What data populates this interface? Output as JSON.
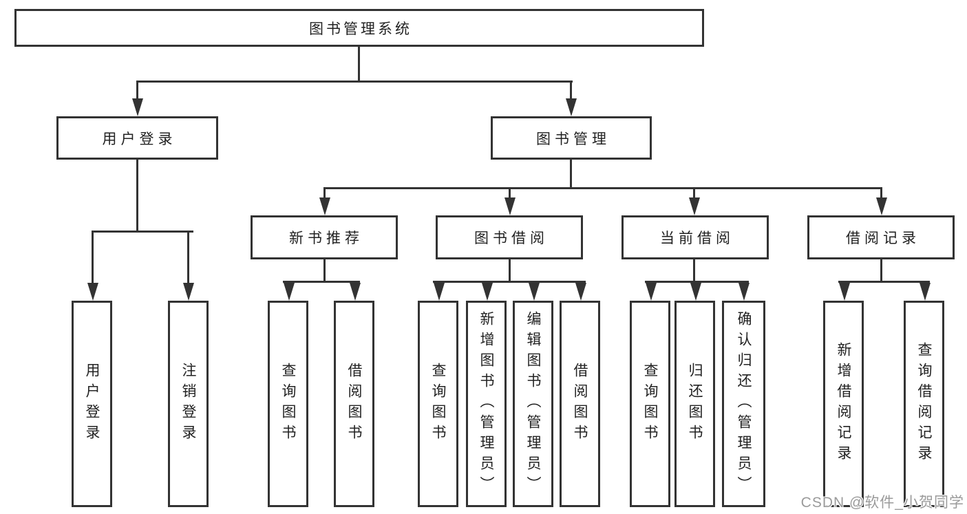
{
  "diagram": {
    "title": "图书管理系统",
    "nodes": {
      "root": {
        "label": "图书管理系统"
      },
      "user_login": {
        "label": "用户登录"
      },
      "book_mgmt": {
        "label": "图书管理"
      },
      "new_book": {
        "label": "新书推荐"
      },
      "book_borrow": {
        "label": "图书借阅"
      },
      "current_borrow": {
        "label": "当前借阅"
      },
      "borrow_record": {
        "label": "借阅记录"
      },
      "leaves": {
        "user_login": [
          "用户登录",
          "注销登录"
        ],
        "new_book": [
          "查询图书",
          "借阅图书"
        ],
        "book_borrow": [
          "查询图书",
          "新增图书（管理员）",
          "编辑图书（管理员）",
          "借阅图书"
        ],
        "current_borrow": [
          "查询图书",
          "归还图书",
          "确认归还（管理员）"
        ],
        "borrow_record": [
          "新增借阅记录",
          "查询借阅记录"
        ]
      }
    }
  },
  "watermark": {
    "text": "CSDN @软件_小贺同学",
    "color": "#9a9a9a"
  },
  "colors": {
    "line": "#333333",
    "box_border": "#333333",
    "text": "#222222",
    "background": "#ffffff"
  }
}
